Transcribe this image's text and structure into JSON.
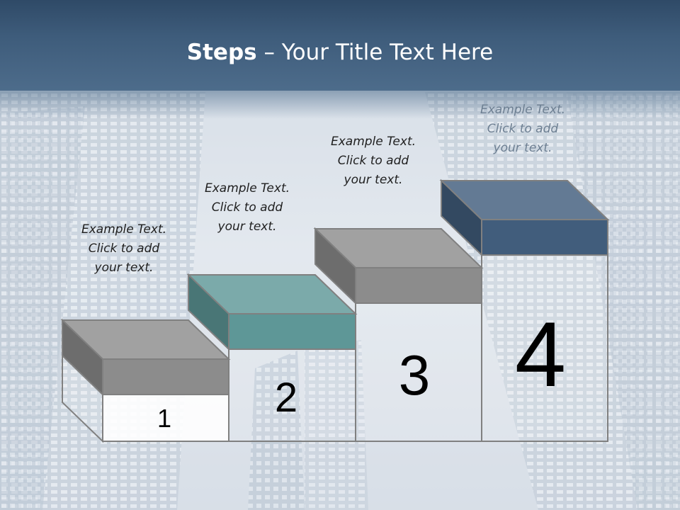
{
  "slide": {
    "title_bold": "Steps",
    "title_rest": " – Your Title Text Here"
  },
  "steps": [
    {
      "number": "1",
      "color": "#8c8c8c",
      "text_lines": [
        "Example Text.",
        "Click  to add",
        "your text."
      ]
    },
    {
      "number": "2",
      "color": "#5e9797",
      "text_lines": [
        "Example Text.",
        "Click  to add",
        "your text."
      ]
    },
    {
      "number": "3",
      "color": "#8c8c8c",
      "text_lines": [
        "Example Text.",
        "Click  to add",
        "your text."
      ]
    },
    {
      "number": "4",
      "color": "#415d7c",
      "text_lines": [
        "Example Text.",
        "Click  to add",
        "your text."
      ]
    }
  ],
  "colors": {
    "header": "#3e5c7b",
    "caption_text": "#1f1f1f",
    "outline": "#808080"
  }
}
